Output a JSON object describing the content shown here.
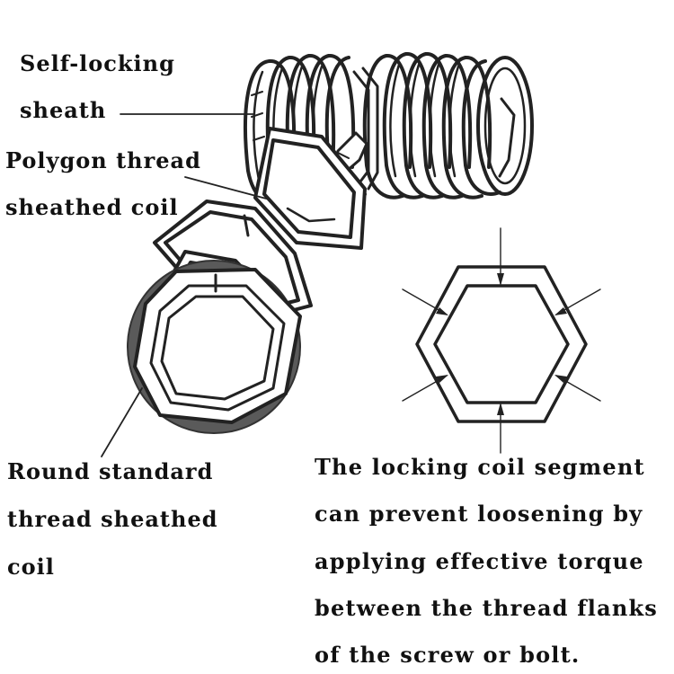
{
  "labels": {
    "self_locking_sheath": [
      "Self-locking",
      "sheath"
    ],
    "polygon_thread_coil": [
      "Polygon thread",
      "sheathed coil"
    ],
    "round_standard_coil": [
      "Round standard",
      "thread sheathed",
      "coil"
    ]
  },
  "caption": [
    "The locking coil segment",
    "can prevent loosening by",
    "applying effective torque",
    "between the thread flanks",
    "of the screw or bolt."
  ]
}
